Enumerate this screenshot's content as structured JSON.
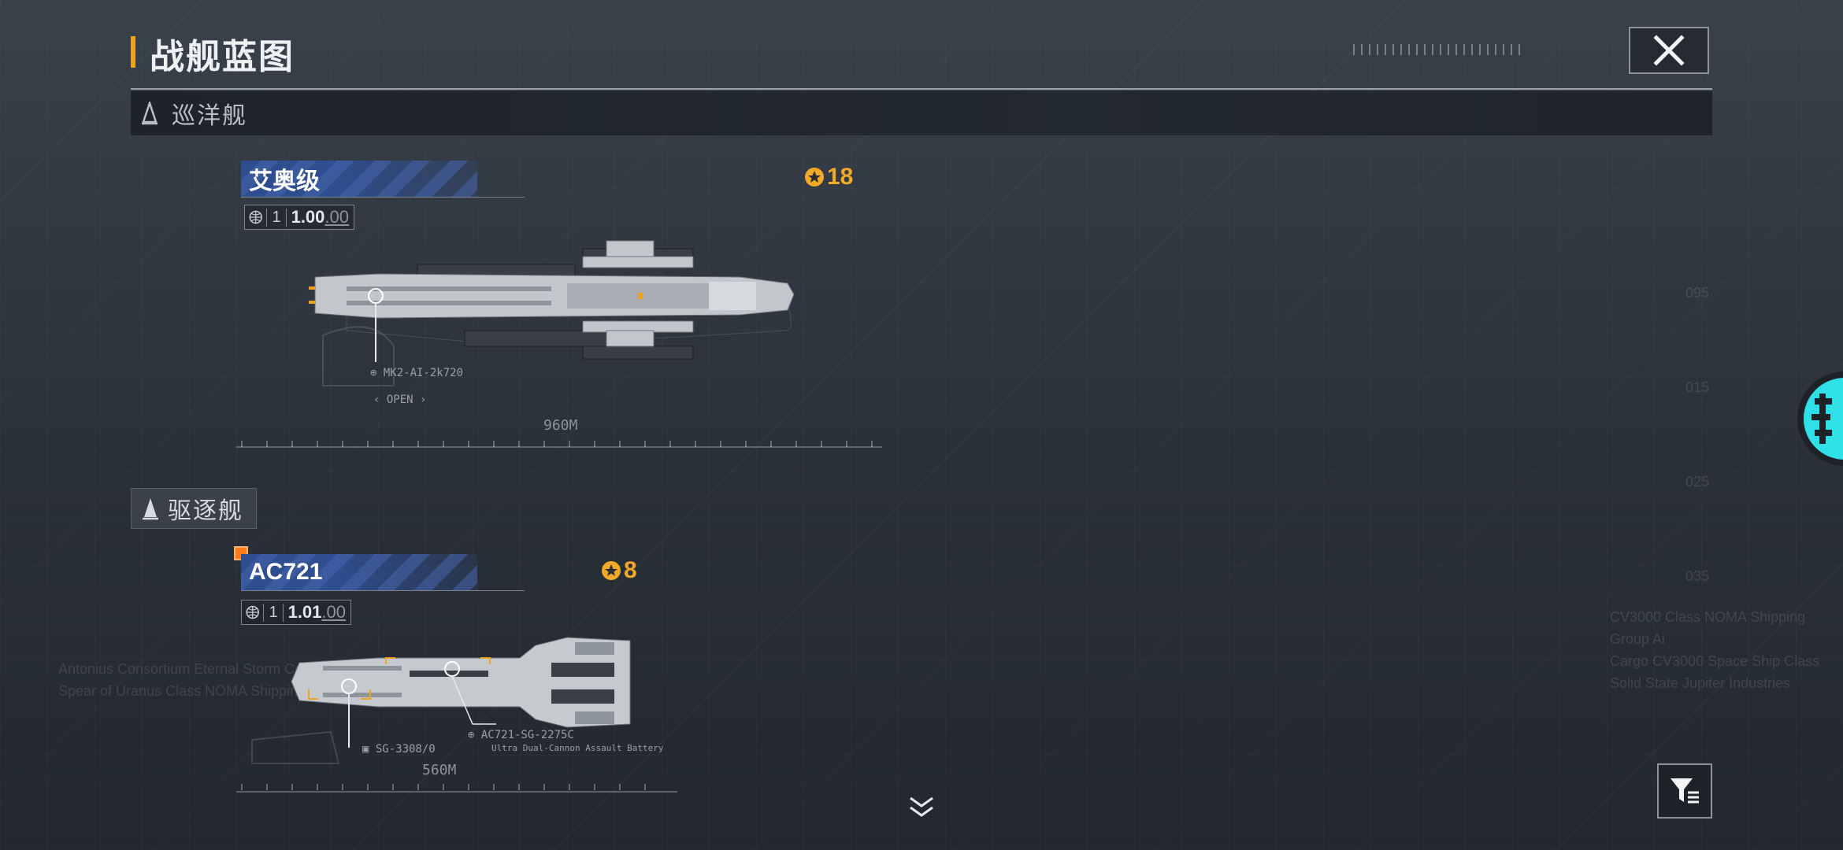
{
  "header": {
    "title": "战舰蓝图"
  },
  "sections": [
    {
      "label": "巡洋舰",
      "ship": {
        "name": "艾奥级",
        "level": "1",
        "stat_value": "1.00",
        "stat_suffix": ".00",
        "cost": "18",
        "weapon_label": "MK2-AI-2k720",
        "length": "960M",
        "extra_label": "‹ OPEN ›"
      }
    },
    {
      "label": "驱逐舰",
      "ship": {
        "name": "AC721",
        "level": "1",
        "stat_value": "1.01",
        "stat_suffix": ".00",
        "cost": "8",
        "weapon_label": "AC721-SG-2275C",
        "weapon_sub": "Ultra Dual-Cannon Assault Battery",
        "secondary_label": "SG-3308/0",
        "length": "560M"
      }
    }
  ],
  "background_text": {
    "left_lines": [
      "Antonius Consortium Eternal Storm Cele",
      "Spear of Uranus Class NOMA Shipping Gr"
    ],
    "right_lines": [
      "CV3000 Class NOMA Shipping Group Ai",
      "Cargo CV3000 Space Ship Class",
      "Solid State Jupiter Industries"
    ],
    "side_numbers": [
      "095",
      "015",
      "025",
      "035"
    ]
  },
  "colors": {
    "accent_orange": "#f0a21e",
    "cost_yellow": "#f2a928",
    "name_bar_blue": "#2e4d8e",
    "emblem_cyan": "#2fe0e6"
  },
  "icons": {
    "close": "close-icon",
    "filter": "filter-icon",
    "scroll": "chevron-double-down-icon",
    "cost": "medal-icon",
    "class": "ship-class-icon"
  }
}
